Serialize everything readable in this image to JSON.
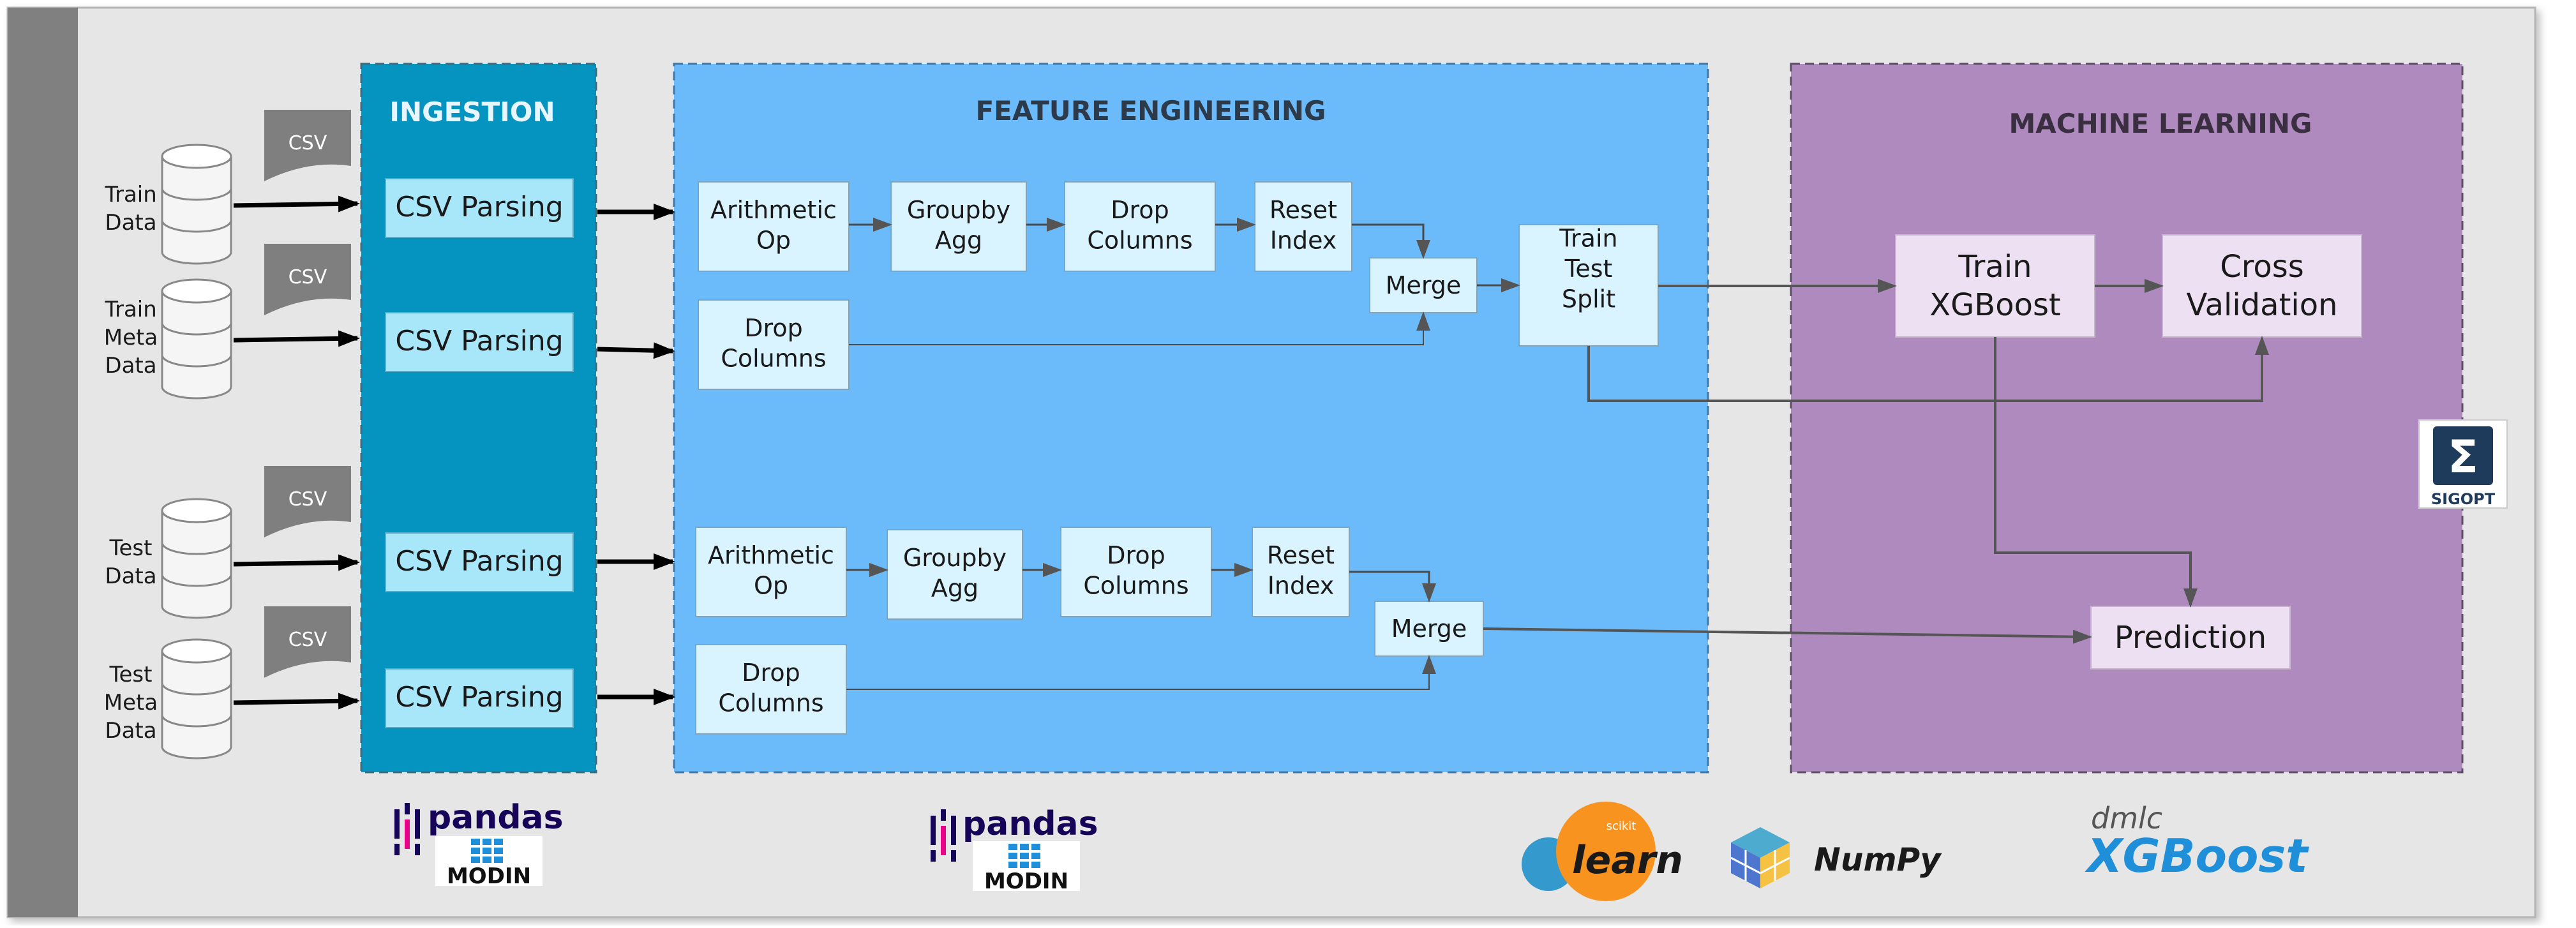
{
  "data_sources": [
    {
      "lines": [
        "Train",
        "Data"
      ],
      "badge": "CSV"
    },
    {
      "lines": [
        "Train",
        "Meta",
        "Data"
      ],
      "badge": "CSV"
    },
    {
      "lines": [
        "Test",
        "Data"
      ],
      "badge": "CSV"
    },
    {
      "lines": [
        "Test",
        "Meta",
        "Data"
      ],
      "badge": "CSV"
    }
  ],
  "ingestion": {
    "title": "INGESTION",
    "steps": [
      "CSV Parsing",
      "CSV Parsing",
      "CSV Parsing",
      "CSV Parsing"
    ]
  },
  "feature_engineering": {
    "title": "FEATURE ENGINEERING",
    "train_row": [
      "Arithmetic Op",
      "Groupby Agg",
      "Drop Columns",
      "Reset Index"
    ],
    "train_drop": "Drop Columns",
    "train_merge": "Merge",
    "split": "Train Test Split",
    "test_row": [
      "Arithmetic Op",
      "Groupby Agg",
      "Drop Columns",
      "Reset Index"
    ],
    "test_drop": "Drop Columns",
    "test_merge": "Merge"
  },
  "machine_learning": {
    "title": "MACHINE LEARNING",
    "train": "Train XGBoost",
    "cv": "Cross Validation",
    "predict": "Prediction"
  },
  "logos": {
    "pandas": "pandas",
    "modin": "MODIN",
    "sklearn_small": "scikit",
    "sklearn": "learn",
    "numpy": "NumPy",
    "dmlc": "dmlc",
    "xgboost": "XGBoost",
    "sigopt_symbol": "Σ",
    "sigopt": "SIGOPT"
  },
  "colors": {
    "ingestion_fill": "#0593BF",
    "fe_fill": "#6BBBFA",
    "ml_fill": "#AE8ABE",
    "step_fill": "#D9F3FF",
    "ml_step_fill": "#EDE0F2",
    "csv_parse_fill": "#A8E6FA"
  }
}
